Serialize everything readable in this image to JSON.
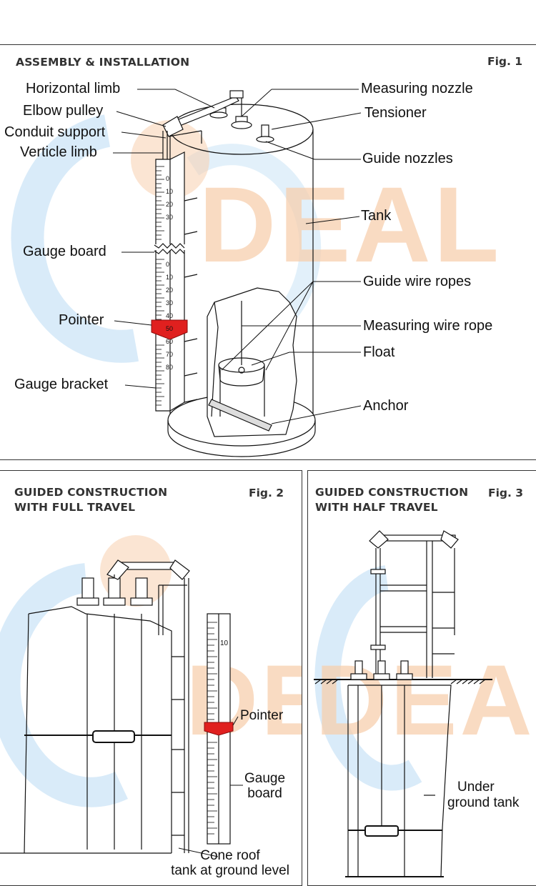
{
  "panel1": {
    "title": "ASSEMBLY & INSTALLATION",
    "fig": "Fig. 1",
    "watermark": "DEAL",
    "labels": {
      "horizontal_limb": "Horizontal limb",
      "elbow_pulley": "Elbow pulley",
      "conduit_support": "Conduit support",
      "verticle_limb": "Verticle limb",
      "gauge_board": "Gauge board",
      "pointer": "Pointer",
      "gauge_bracket": "Gauge bracket",
      "measuring_nozzle": "Measuring nozzle",
      "tensioner": "Tensioner",
      "guide_nozzles": "Guide nozzles",
      "tank": "Tank",
      "guide_wire_ropes": "Guide wire ropes",
      "measuring_wire_rope": "Measuring wire rope",
      "float": "Float",
      "anchor": "Anchor"
    },
    "scale_top": [
      "0",
      "10",
      "20",
      "30"
    ],
    "scale_bottom": [
      "0",
      "10",
      "20",
      "30",
      "40",
      "50",
      "60",
      "70",
      "80"
    ]
  },
  "panel2": {
    "title_line1": "GUIDED CONSTRUCTION",
    "title_line2": "WITH FULL TRAVEL",
    "fig": "Fig. 2",
    "watermark": "DEAL",
    "scale": [
      "10"
    ],
    "labels": {
      "pointer": "Pointer",
      "gauge_board_line1": "Gauge",
      "gauge_board_line2": "board",
      "cone_roof_line1": "Cone roof",
      "cone_roof_line2": "tank at ground level"
    }
  },
  "panel3": {
    "title_line1": "GUIDED CONSTRUCTION",
    "title_line2": "WITH HALF TRAVEL",
    "fig": "Fig. 3",
    "watermark": "DEAL",
    "labels": {
      "under_ground_line1": "Under",
      "under_ground_line2": "ground tank"
    }
  },
  "colors": {
    "pointer_red": "#e0201f",
    "watermark_blue": "#cfe6f7",
    "watermark_orange": "#f7cfae",
    "line": "#111111"
  }
}
